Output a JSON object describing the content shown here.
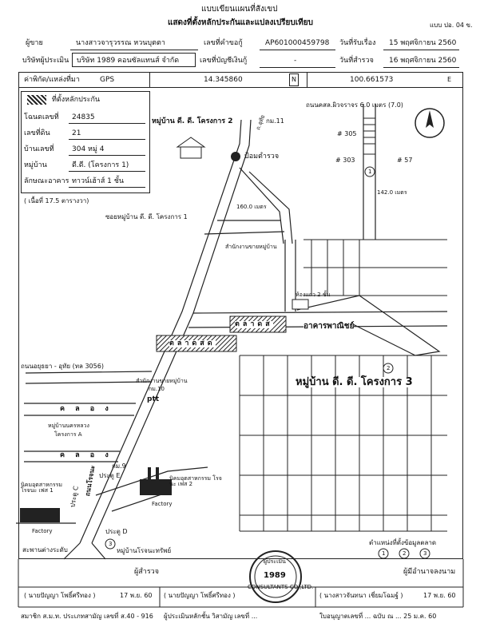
{
  "header": {
    "title1": "แบบเขียนแผนที่สังเขป",
    "title2": "แสดงที่ตั้งหลักประกันและแปลงเปรียบเทียบ",
    "form_no": "แบบ ปอ. 04 ข."
  },
  "info": {
    "client_label": "ผู้ขาย",
    "client_value": "นางสาวจารุวรรณ หวนบุตตา",
    "request_label": "เลขที่คำขอกู้",
    "request_value": "AP601000459798",
    "date_recv_label": "วันที่รับเรื่อง",
    "date_recv_value": "15 พฤศจิกายน 2560",
    "company_label": "บริษัทผู้ประเมิน",
    "company_value": "บริษัท 1989 คอนซัลแทนส์ จำกัด",
    "account_label": "เลขที่บัญชีเงินกู้",
    "account_value": "-",
    "date_survey_label": "วันที่สำรวจ",
    "date_survey_value": "16 พฤศจิกายน 2560"
  },
  "coords": {
    "label": "ค่าพิกัด/แหล่งที่มา",
    "source": "GPS",
    "lat": "14.345860",
    "n": "N",
    "lon": "100.661573",
    "e": "E"
  },
  "legend_box": {
    "title": "ที่ตั้งหลักประกัน",
    "rows": [
      {
        "label": "โฉนดเลขที่",
        "value": "24835"
      },
      {
        "label": "เลขที่ดิน",
        "value": "21"
      },
      {
        "label": "บ้านเลขที่",
        "value": "304 หมู่ 4"
      },
      {
        "label": "หมู่บ้าน",
        "value": "ดี.ดี. (โครงการ 1)"
      },
      {
        "label": "ลักษณะอาคาร",
        "value": "ทาวน์เฮ้าส์ 1 ชั้น"
      }
    ],
    "area": "( เนื้อที่ 17.5 ตารางวา)"
  },
  "map": {
    "village2": "หมู่บ้าน ดี. ดี. โครงการ 2",
    "km11": "กม.11",
    "road_u": "ถ.อุทัย",
    "police": "ป้อมตำรวจ",
    "road_width": "ถนนคสล.ผิวจราจร 6.0 เมตร (7.0)",
    "h305": "# 305",
    "h303": "# 303",
    "h57": "# 57",
    "d142": "142.0 เมตร",
    "d160": "160.0 เมตร",
    "soi1": "ซอยหมู่บ้าน ดี. ดี. โครงการ 1",
    "village_office": "สำนักงานขายหมู่บ้าน",
    "shop": "ห้องแถว 2 ชั้น",
    "market_top": "ตลาดส",
    "market_mid": "ตลาดสด",
    "commercial": "อาคารพาณิชย์",
    "village3": "หมู่บ้าน ดี. ดี. โครงการ 3",
    "road_main": "ถนนอยุธยา - อุทัย (ทล 3056)",
    "gas_office": "สำนักงานขายหมู่บ้าน",
    "km10": "กม.10",
    "ptt": "ptt",
    "canal": "ค ล อ ง",
    "village_mid": "หมู่บ้านนครหลวง",
    "project_a": "โครงการ A",
    "km9": "กม.9",
    "gate_e": "ประตู E",
    "gate_c": "ประตู C",
    "gate_d": "ประตู D",
    "road_rojana": "ถนนโรจนะ",
    "ind_left": "นิคมอุตสาหกรรม โรจนะ เฟส 1",
    "ind_right": "นิคมอุตสาหกรรม โรจนะ เฟส 2",
    "factory": "Factory",
    "bridge": "สะพานต่างระดับ",
    "village_rojana": "หมู่บ้านโรจนะทรัพย์",
    "compare_label": "ตำแหน่งที่ตั้งข้อมูลตลาด",
    "num1": "1",
    "num2": "2",
    "num3": "3"
  },
  "footer": {
    "surveyor_label": "ผู้สำรวจ",
    "surveyor_name": "( นายปัญญา   โพธิ์ศรีทอง )",
    "surveyor_date": "17 พ.ย. 60",
    "checker_label": "",
    "checker_name": "( นายปัญญา   โพธิ์ศรีทอง )",
    "checker_date": "17 พ.ย. 60",
    "approver_label": "ผู้มีอำนาจลงนาม",
    "approver_name": "( นางสาวจันทนา  เชี่ยมโฉมฐ์ )",
    "approver_date": "17 พ.ย. 60",
    "member_line": "สมาชิก ส.ม.ท. ประเภทสามัญ เลขที่  ส.40 - 916",
    "evaluator_line": "ผู้ประเมินหลักชั้น วิสามัญ เลขที่ ...",
    "license_line": "ใบอนุญาตเลขที่ ... ฉบับ ณ ...  25 ม.ค. 60",
    "stamp_text": "ผู้ประเมิน",
    "stamp_year": "1989",
    "stamp_sub": "CONSULTANTS CO.,LTD."
  }
}
